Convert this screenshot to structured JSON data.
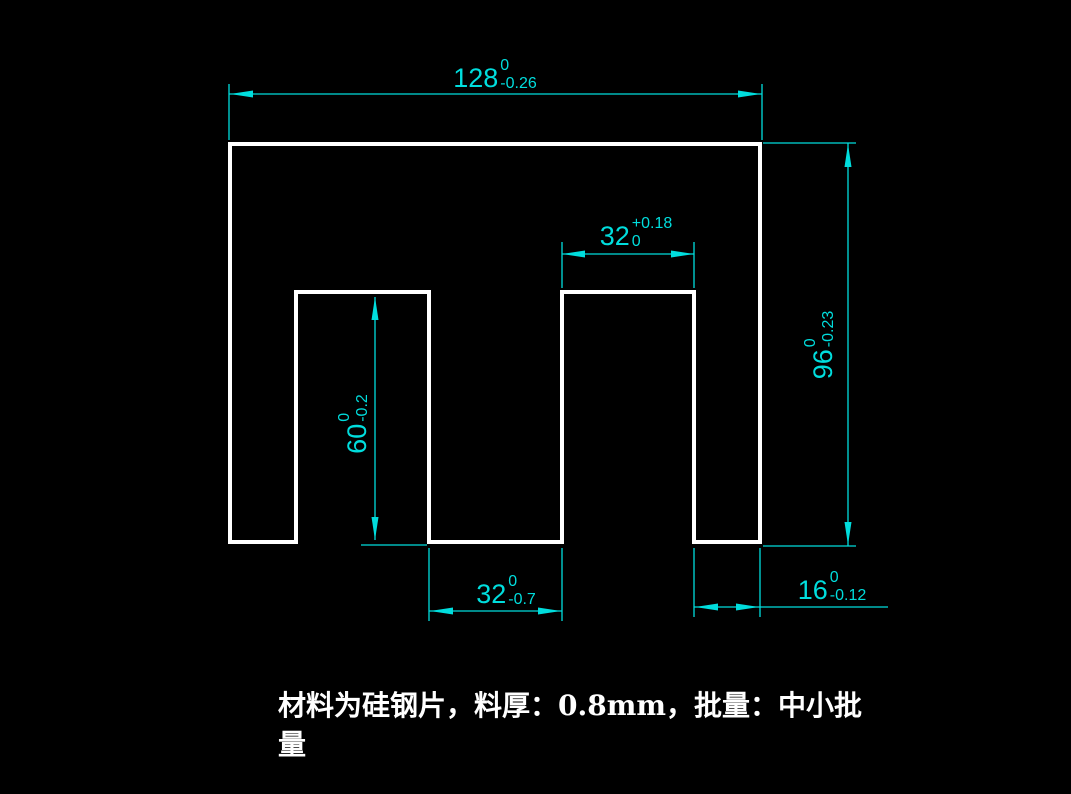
{
  "colors": {
    "bg": "#000000",
    "dim": "#00dddd",
    "outline": "#ffffff",
    "note": "#ffffff"
  },
  "drawing": {
    "type": "CAD dimensioned part drawing (E-shaped lamination)",
    "dimensions": {
      "overall_width": {
        "value": "128",
        "tol_upper": "0",
        "tol_lower": "-0.26"
      },
      "top_slot_width": {
        "value": "32",
        "tol_upper": "+0.18",
        "tol_lower": "0"
      },
      "overall_height": {
        "value": "96",
        "tol_upper": "0",
        "tol_lower": "-0.23"
      },
      "slot_depth": {
        "value": "60",
        "tol_upper": "0",
        "tol_lower": "-0.2"
      },
      "center_leg_width": {
        "value": "32",
        "tol_upper": "0",
        "tol_lower": "-0.7"
      },
      "right_foot_width": {
        "value": "16",
        "tol_upper": "0",
        "tol_lower": "-0.12"
      }
    },
    "note_line1": "材料为硅钢片，料厚：0.8mm，批量：中小批",
    "note_line2": "量"
  }
}
